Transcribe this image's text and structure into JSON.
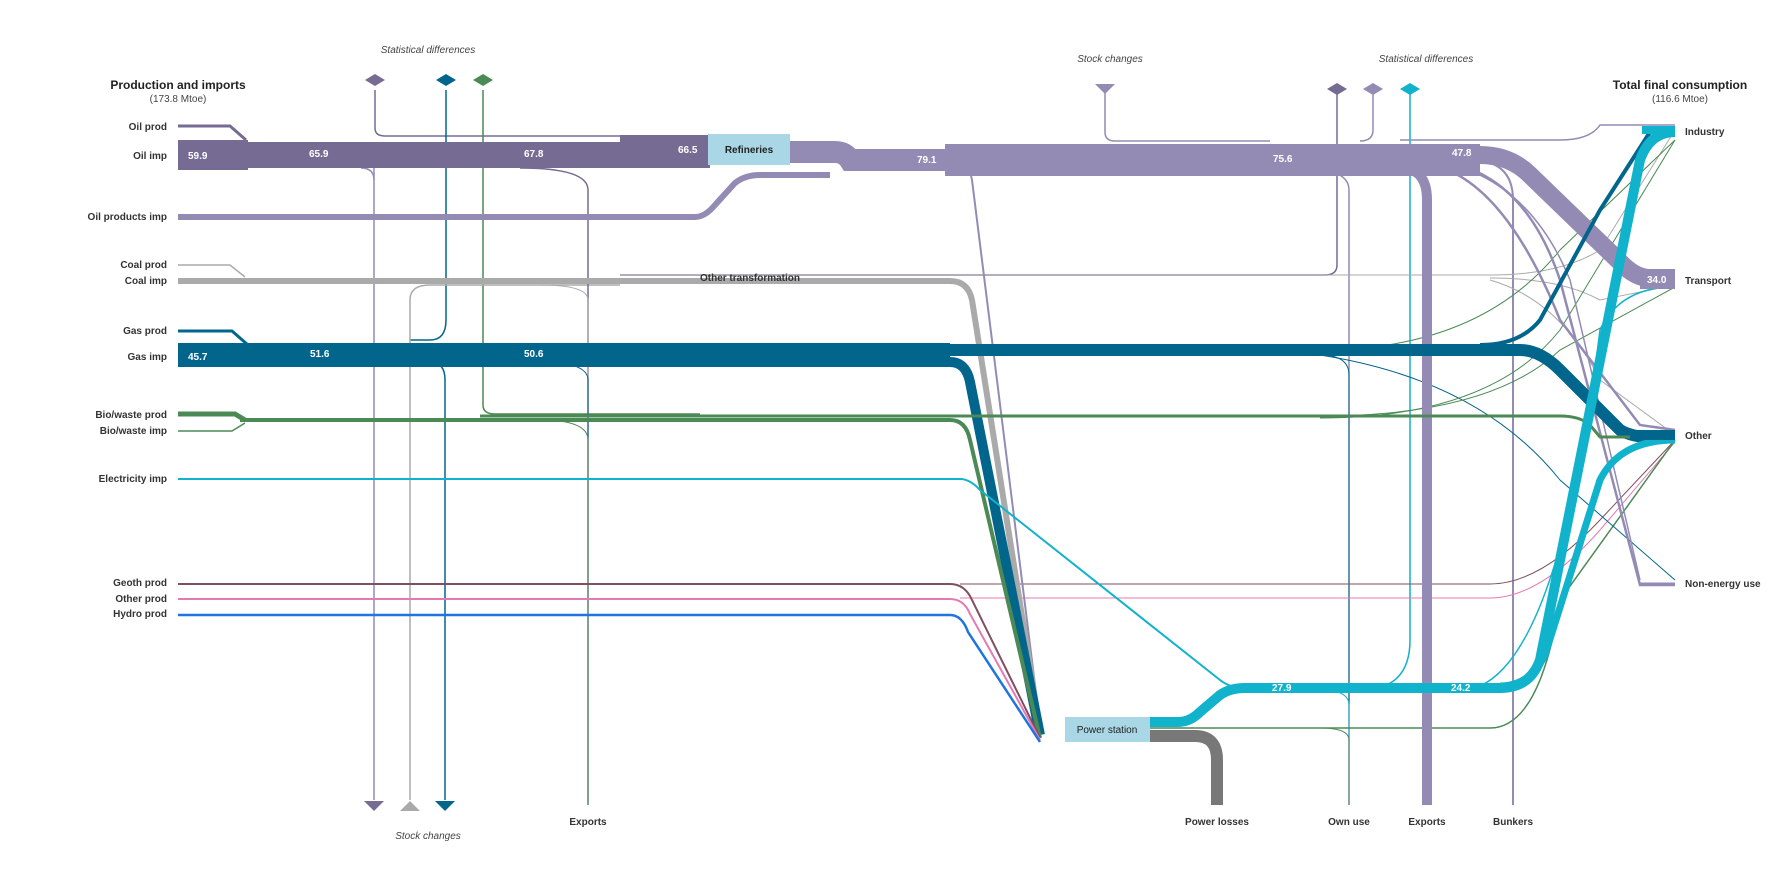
{
  "colors": {
    "oil": "#756b93",
    "oilLight": "#948bb5",
    "coal": "#aaaaaa",
    "gas": "#02668c",
    "bio": "#4b8a55",
    "electricity": "#11b2cc",
    "geoth": "#7f4f62",
    "other": "#e579b4",
    "hydro": "#1f74e0",
    "losses": "#787878",
    "node": "#a9d7e5"
  },
  "headers": {
    "left_title": "Production and imports",
    "left_total": "(173.8 Mtoe)",
    "right_title": "Total final consumption",
    "right_total": "(116.6 Mtoe)"
  },
  "sources": [
    {
      "id": "oil-prod",
      "label": "Oil prod"
    },
    {
      "id": "oil-imp",
      "label": "Oil imp"
    },
    {
      "id": "oil-products-imp",
      "label": "Oil products imp"
    },
    {
      "id": "coal-prod",
      "label": "Coal prod"
    },
    {
      "id": "coal-imp",
      "label": "Coal imp"
    },
    {
      "id": "gas-prod",
      "label": "Gas prod"
    },
    {
      "id": "gas-imp",
      "label": "Gas imp"
    },
    {
      "id": "bio-prod",
      "label": "Bio/waste prod"
    },
    {
      "id": "bio-imp",
      "label": "Bio/waste imp"
    },
    {
      "id": "electricity-imp",
      "label": "Electricity imp"
    },
    {
      "id": "geoth-prod",
      "label": "Geoth prod"
    },
    {
      "id": "other-prod",
      "label": "Other prod"
    },
    {
      "id": "hydro-prod",
      "label": "Hydro prod"
    }
  ],
  "sinks": [
    {
      "id": "industry",
      "label": "Industry"
    },
    {
      "id": "transport",
      "label": "Transport"
    },
    {
      "id": "other",
      "label": "Other"
    },
    {
      "id": "non-energy-use",
      "label": "Non-energy use"
    }
  ],
  "bottom_labels": [
    {
      "id": "exports-left",
      "label": "Exports"
    },
    {
      "id": "power-losses",
      "label": "Power losses"
    },
    {
      "id": "own-use",
      "label": "Own use"
    },
    {
      "id": "exports-right",
      "label": "Exports"
    },
    {
      "id": "bunkers",
      "label": "Bunkers"
    }
  ],
  "annotations": {
    "stat_diff_top_left": "Statistical differences",
    "stock_changes_top": "Stock  changes",
    "stat_diff_top_right": "Statistical differences",
    "stock_changes_bottom": "Stock changes"
  },
  "nodes": {
    "refineries": "Refineries",
    "other_transformation": "Other transformation",
    "power_station": "Power station"
  },
  "flow_values": {
    "oil_imp": "59.9",
    "oil_1": "65.9",
    "oil_2": "67.8",
    "oil_3": "66.5",
    "oil_out": "79.1",
    "oil_mid": "75.6",
    "oil_final": "47.8",
    "transport": "34.0",
    "gas_imp": "45.7",
    "gas_1": "51.6",
    "gas_2": "50.6",
    "elec_1": "27.9",
    "elec_2": "24.2"
  }
}
